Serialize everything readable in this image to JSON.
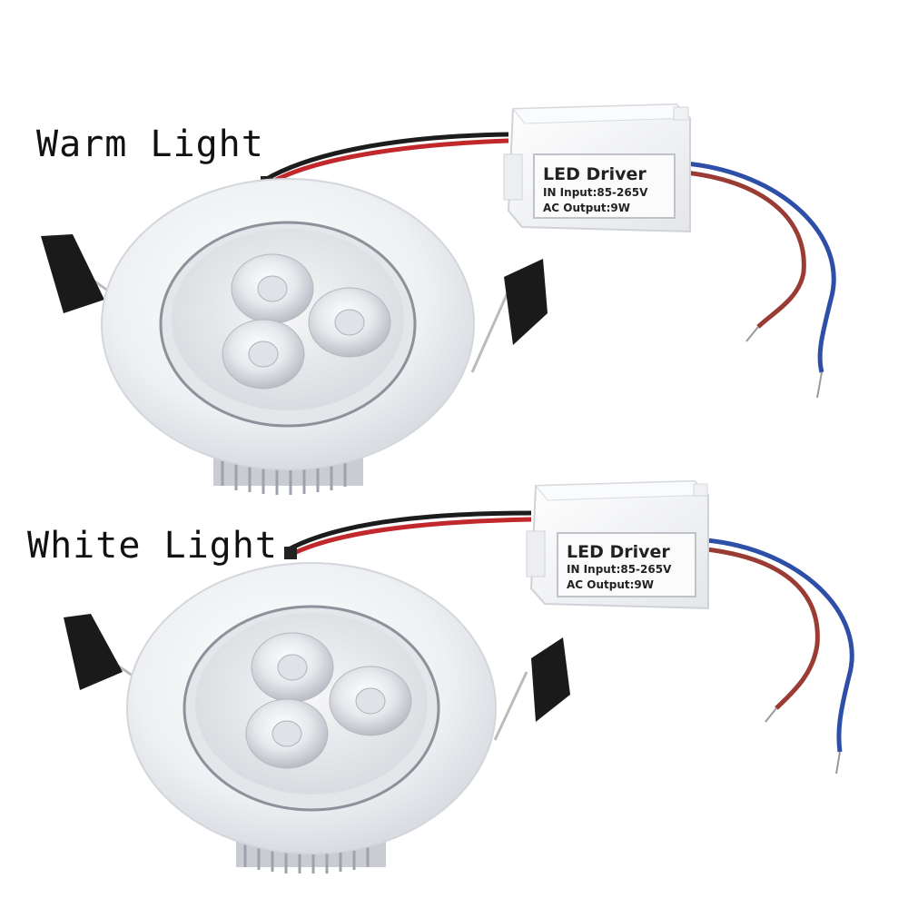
{
  "labels": {
    "warm": "Warm Light",
    "white": "White Light"
  },
  "drivers": [
    {
      "title": "LED Driver",
      "input": "IN Input:85-265V",
      "output": "AC Output:9W"
    },
    {
      "title": "LED Driver",
      "input": "IN Input:85-265V",
      "output": "AC Output:9W"
    }
  ],
  "colors": {
    "background": "#ffffff",
    "wire_red": "#c0282c",
    "wire_black": "#1c1c1c",
    "wire_blue": "#2d4fa8",
    "wire_brown_red": "#9a3b34",
    "housing": "#f3f4f6",
    "spring_clip": "#1a1a1a"
  }
}
